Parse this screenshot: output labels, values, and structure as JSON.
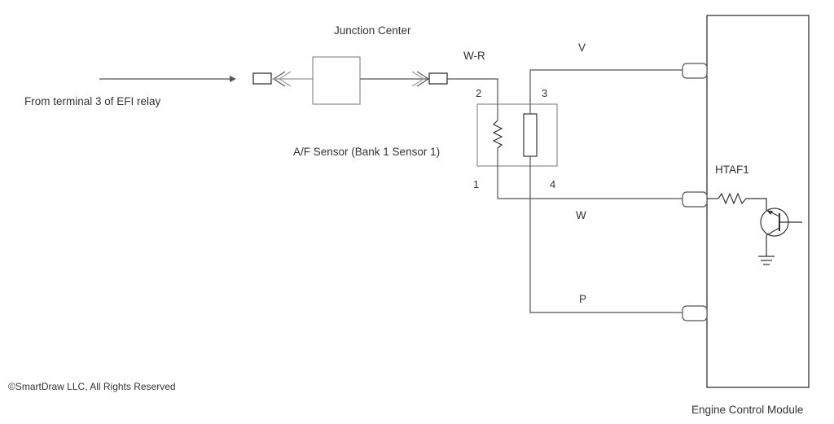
{
  "diagram": {
    "junction_center_label": "Junction Center",
    "source_label": "From terminal 3 of EFI relay",
    "sensor_label": "A/F Sensor (Bank 1 Sensor 1)",
    "ecm_label": "Engine Control Module",
    "driver_label": "HTAF1",
    "copyright": "©SmartDraw LLC, All Rights Reserved",
    "wires": {
      "wr": "W-R",
      "v": "V",
      "w": "W",
      "p": "P"
    },
    "pins": {
      "pin1": "1",
      "pin2": "2",
      "pin3": "3",
      "pin4": "4"
    },
    "colors": {
      "line": "#555555",
      "box_stroke": "#8c8c8c",
      "text": "#333333",
      "background": "#ffffff"
    }
  }
}
